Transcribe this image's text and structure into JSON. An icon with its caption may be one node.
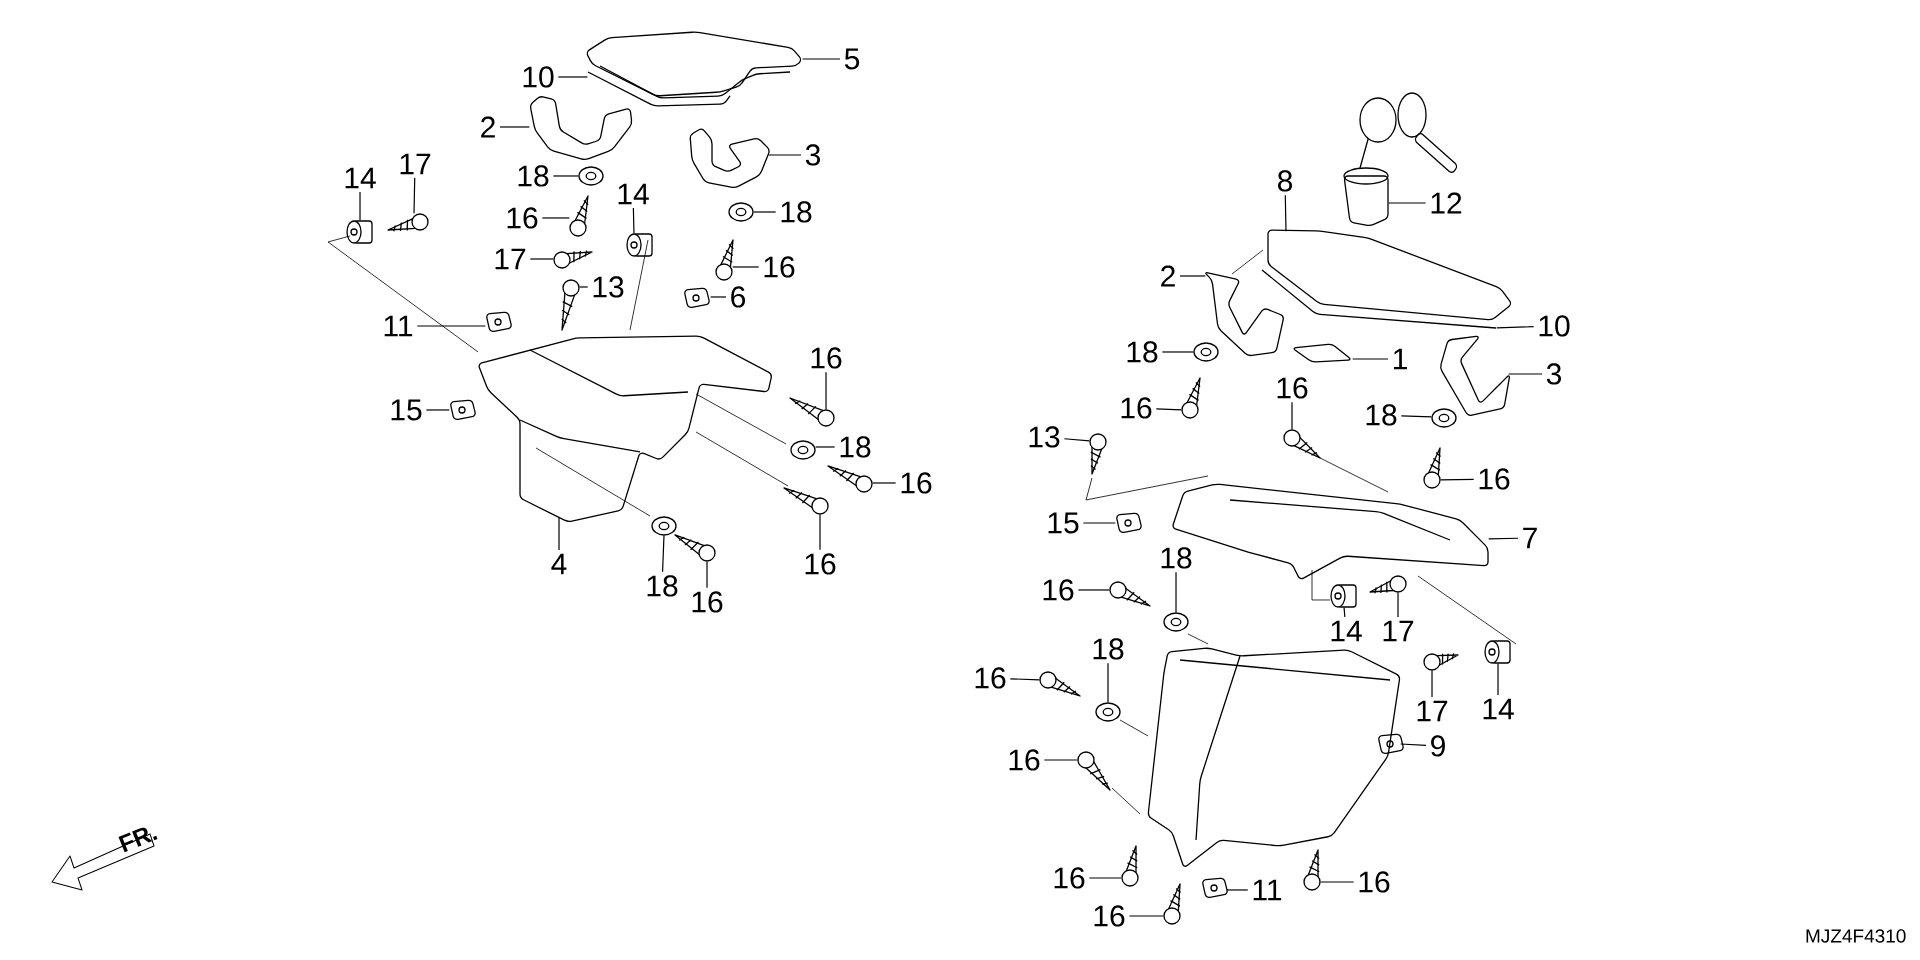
{
  "diagram": {
    "nodes": [
      {
        "text": [
          "5"
        ]
      },
      {
        "text": [
          "10"
        ]
      },
      {
        "text": [
          "2"
        ]
      },
      {
        "text": [
          "3"
        ]
      },
      {
        "text": [
          "18"
        ]
      },
      {
        "text": [
          "14"
        ]
      },
      {
        "text": [
          "17"
        ]
      },
      {
        "text": [
          "16"
        ]
      },
      {
        "text": [
          "14"
        ]
      },
      {
        "text": [
          "18"
        ]
      },
      {
        "text": [
          "17"
        ]
      },
      {
        "text": [
          "16"
        ]
      },
      {
        "text": [
          "13"
        ]
      },
      {
        "text": [
          "6"
        ]
      },
      {
        "text": [
          "11"
        ]
      },
      {
        "text": [
          "15"
        ]
      },
      {
        "text": [
          "16"
        ]
      },
      {
        "text": [
          "18"
        ]
      },
      {
        "text": [
          "16"
        ]
      },
      {
        "text": [
          "4"
        ]
      },
      {
        "text": [
          "16"
        ]
      },
      {
        "text": [
          "18"
        ]
      },
      {
        "text": [
          "16"
        ]
      },
      {
        "text": [
          "8"
        ]
      },
      {
        "text": [
          "12"
        ]
      },
      {
        "text": [
          "2"
        ]
      },
      {
        "text": [
          "10"
        ]
      },
      {
        "text": [
          "18"
        ]
      },
      {
        "text": [
          "1"
        ]
      },
      {
        "text": [
          "3"
        ]
      },
      {
        "text": [
          "16"
        ]
      },
      {
        "text": [
          "16"
        ]
      },
      {
        "text": [
          "18"
        ]
      },
      {
        "text": [
          "13"
        ]
      },
      {
        "text": [
          "16"
        ]
      },
      {
        "text": [
          "15"
        ]
      },
      {
        "text": [
          "7"
        ]
      },
      {
        "text": [
          "18"
        ]
      },
      {
        "text": [
          "16"
        ]
      },
      {
        "text": [
          "14"
        ]
      },
      {
        "text": [
          "17"
        ]
      },
      {
        "text": [
          "18"
        ]
      },
      {
        "text": [
          "16"
        ]
      },
      {
        "text": [
          "17"
        ]
      },
      {
        "text": [
          "14"
        ]
      },
      {
        "text": [
          "9"
        ]
      },
      {
        "text": [
          "16"
        ]
      },
      {
        "text": [
          "16"
        ]
      },
      {
        "text": [
          "11"
        ]
      },
      {
        "text": [
          "16"
        ]
      },
      {
        "text": [
          "16"
        ]
      },
      {
        "text": [],
        "shape": "picture"
      },
      {
        "text": [],
        "shape": "picture"
      },
      {
        "text": [],
        "shape": "picture"
      },
      {
        "text": [],
        "shape": "picture"
      },
      {
        "text": [],
        "shape": "picture"
      },
      {
        "text": [],
        "shape": "cylinder"
      },
      {
        "text": [],
        "shape": "picture"
      },
      {
        "text": [],
        "shape": "picture"
      },
      {
        "text": [],
        "shape": "cylinder"
      },
      {
        "text": [],
        "shape": "picture"
      },
      {
        "text": [],
        "shape": "picture"
      },
      {
        "text": [],
        "shape": "picture"
      },
      {
        "text": [],
        "shape": "picture"
      },
      {
        "text": [],
        "shape": "picture"
      },
      {
        "text": [],
        "shape": "picture"
      },
      {
        "text": [],
        "shape": "picture"
      },
      {
        "text": [],
        "shape": "picture"
      },
      {
        "text": [],
        "shape": "picture"
      },
      {
        "text": [],
        "shape": "picture"
      },
      {
        "text": [],
        "shape": "picture"
      },
      {
        "text": [],
        "shape": "picture"
      },
      {
        "text": [],
        "shape": "picture"
      },
      {
        "text": [],
        "shape": "picture"
      },
      {
        "text": [],
        "shape": "picture"
      },
      {
        "text": [],
        "shape": "picture"
      },
      {
        "text": [],
        "shape": "picture"
      },
      {
        "text": [],
        "shape": "picture"
      },
      {
        "text": [],
        "shape": "picture"
      },
      {
        "text": [],
        "shape": "picture"
      },
      {
        "text": [],
        "shape": "picture"
      },
      {
        "text": [],
        "shape": "picture"
      },
      {
        "text": [],
        "shape": "picture"
      },
      {
        "text": [],
        "shape": "picture"
      },
      {
        "text": [],
        "shape": "picture"
      },
      {
        "text": [],
        "shape": "picture"
      },
      {
        "text": [],
        "shape": "picture"
      },
      {
        "text": [],
        "shape": "picture"
      },
      {
        "text": [],
        "shape": "picture"
      },
      {
        "text": [],
        "shape": "picture"
      },
      {
        "text": [],
        "shape": "cylinder"
      },
      {
        "text": [],
        "shape": "picture"
      },
      {
        "text": [],
        "shape": "picture"
      },
      {
        "text": [],
        "shape": "picture"
      },
      {
        "text": [],
        "shape": "picture"
      },
      {
        "text": [],
        "shape": "cylinder"
      },
      {
        "text": [],
        "shape": "picture"
      },
      {
        "text": [],
        "shape": "picture"
      },
      {
        "text": [],
        "shape": "picture"
      },
      {
        "text": [],
        "shape": "picture"
      },
      {
        "text": [],
        "shape": "picture"
      },
      {
        "text": [],
        "shape": "picture"
      }
    ],
    "edges": [
      {
        "from": 0,
        "to": 51,
        "arrow": "none"
      },
      {
        "from": 1,
        "to": 52,
        "arrow": "none"
      },
      {
        "from": 2,
        "to": 53,
        "arrow": "none"
      },
      {
        "from": 3,
        "to": 54,
        "arrow": "none"
      },
      {
        "from": 4,
        "to": 55,
        "arrow": "none"
      },
      {
        "from": 5,
        "to": 56,
        "arrow": "none"
      },
      {
        "from": 6,
        "to": 57,
        "arrow": "none"
      },
      {
        "from": 7,
        "to": 58,
        "arrow": "none"
      },
      {
        "from": 8,
        "to": 59,
        "arrow": "none"
      },
      {
        "from": 9,
        "to": 60,
        "arrow": "none"
      },
      {
        "from": 10,
        "to": 61,
        "arrow": "none"
      },
      {
        "from": 11,
        "to": 62,
        "arrow": "none"
      },
      {
        "from": 12,
        "to": 63,
        "arrow": "none"
      },
      {
        "from": 13,
        "to": 64,
        "arrow": "none"
      },
      {
        "from": 14,
        "to": 65,
        "arrow": "none"
      },
      {
        "from": 15,
        "to": 66,
        "arrow": "none"
      },
      {
        "from": 16,
        "to": 67,
        "arrow": "none"
      },
      {
        "from": 17,
        "to": 68,
        "arrow": "none"
      },
      {
        "from": 18,
        "to": 69,
        "arrow": "none"
      },
      {
        "from": 19,
        "to": 70,
        "arrow": "none"
      },
      {
        "from": 20,
        "to": 71,
        "arrow": "none"
      },
      {
        "from": 21,
        "to": 72,
        "arrow": "none"
      },
      {
        "from": 22,
        "to": 73,
        "arrow": "none"
      },
      {
        "from": 23,
        "to": 74,
        "arrow": "none"
      },
      {
        "from": 24,
        "to": 75,
        "arrow": "none"
      },
      {
        "from": 25,
        "to": 76,
        "arrow": "none"
      },
      {
        "from": 26,
        "to": 77,
        "arrow": "none"
      },
      {
        "from": 27,
        "to": 78,
        "arrow": "none"
      },
      {
        "from": 28,
        "to": 79,
        "arrow": "none"
      },
      {
        "from": 29,
        "to": 80,
        "arrow": "none"
      },
      {
        "from": 30,
        "to": 81,
        "arrow": "none"
      },
      {
        "from": 31,
        "to": 82,
        "arrow": "none"
      },
      {
        "from": 32,
        "to": 83,
        "arrow": "none"
      },
      {
        "from": 33,
        "to": 84,
        "arrow": "none"
      },
      {
        "from": 34,
        "to": 85,
        "arrow": "none"
      },
      {
        "from": 35,
        "to": 86,
        "arrow": "none"
      },
      {
        "from": 36,
        "to": 87,
        "arrow": "none"
      },
      {
        "from": 37,
        "to": 88,
        "arrow": "none"
      },
      {
        "from": 38,
        "to": 89,
        "arrow": "none"
      },
      {
        "from": 39,
        "to": 90,
        "arrow": "none"
      },
      {
        "from": 40,
        "to": 91,
        "arrow": "none"
      },
      {
        "from": 41,
        "to": 92,
        "arrow": "none"
      },
      {
        "from": 42,
        "to": 93,
        "arrow": "none"
      },
      {
        "from": 43,
        "to": 94,
        "arrow": "none"
      },
      {
        "from": 44,
        "to": 95,
        "arrow": "none"
      },
      {
        "from": 45,
        "to": 96,
        "arrow": "none"
      },
      {
        "from": 46,
        "to": 97,
        "arrow": "none"
      },
      {
        "from": 47,
        "to": 98,
        "arrow": "none"
      },
      {
        "from": 48,
        "to": 99,
        "arrow": "none"
      },
      {
        "from": 49,
        "to": 100,
        "arrow": "none"
      },
      {
        "from": 50,
        "to": 101,
        "arrow": "none"
      },
      {
        "from": 56,
        "to": 70,
        "arrow": "none"
      },
      {
        "from": 59,
        "to": 70,
        "arrow": "none"
      },
      {
        "from": 70,
        "to": 68,
        "arrow": "none"
      },
      {
        "from": 70,
        "to": 71,
        "arrow": "none"
      },
      {
        "from": 70,
        "to": 72,
        "arrow": "none"
      },
      {
        "from": 76,
        "to": 74,
        "arrow": "none"
      },
      {
        "from": 84,
        "to": 87,
        "arrow": "none"
      },
      {
        "from": 81,
        "to": 87,
        "arrow": "none"
      },
      {
        "from": 91,
        "to": 95,
        "arrow": "none"
      },
      {
        "from": 87,
        "to": 90,
        "arrow": "none"
      },
      {
        "from": 88,
        "to": 96,
        "arrow": "none"
      },
      {
        "from": 92,
        "to": 96,
        "arrow": "none"
      },
      {
        "from": 97,
        "to": 96,
        "arrow": "none"
      }
    ],
    "labels": [
      "FR.",
      "MJZ4F4310"
    ]
  }
}
